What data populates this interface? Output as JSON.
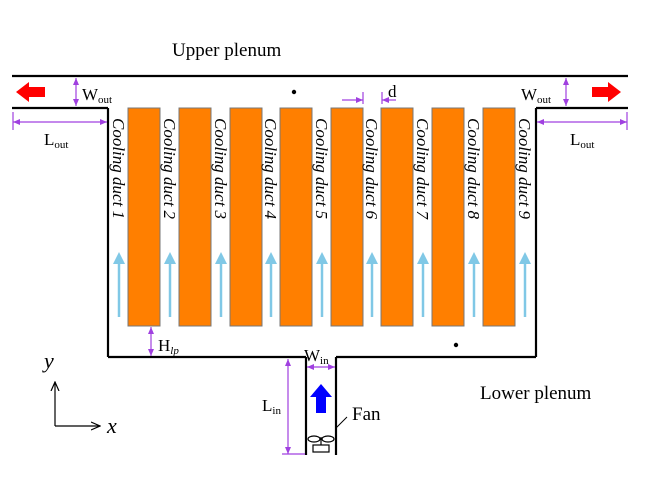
{
  "labels": {
    "upper_plenum": "Upper plenum",
    "lower_plenum": "Lower plenum",
    "fan": "Fan"
  },
  "ducts": [
    "Cooling duct 1",
    "Cooling duct 2",
    "Cooling duct 3",
    "Cooling duct 4",
    "Cooling duct 5",
    "Cooling duct 6",
    "Cooling duct 7",
    "Cooling duct 8",
    "Cooling duct 9"
  ],
  "dimensions": {
    "w_out_left": {
      "main": "W",
      "sub": "out"
    },
    "w_out_right": {
      "main": "W",
      "sub": "out"
    },
    "l_out_left": {
      "main": "L",
      "sub": "out"
    },
    "l_out_right": {
      "main": "L",
      "sub": "out"
    },
    "d": {
      "main": "d",
      "sub": ""
    },
    "h_lp": {
      "main": "H",
      "sub": "lp"
    },
    "w_in": {
      "main": "W",
      "sub": "in"
    },
    "l_in": {
      "main": "L",
      "sub": "in"
    }
  },
  "axes": {
    "x": "x",
    "y": "y"
  },
  "colors": {
    "heated_block": "#ff7f00",
    "flow_arrow": "#80c8e6",
    "outlet_arrow": "#ff0000",
    "inlet_arrow": "#0000ff",
    "dimension": "#a040e0"
  }
}
